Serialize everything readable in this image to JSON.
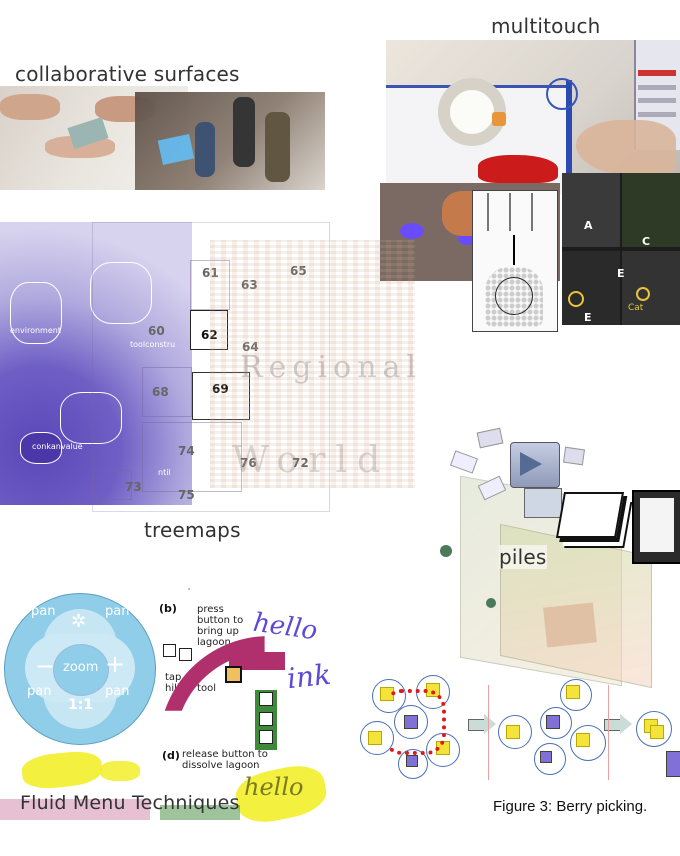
{
  "labels": {
    "multitouch": "multitouch",
    "collaborative": "collaborative surfaces",
    "treemaps": "treemaps",
    "piles": "piles",
    "fluid": "Fluid Menu Techniques",
    "berry": "Figure 3: Berry picking."
  },
  "treemap": {
    "numbers": [
      "61",
      "62",
      "63",
      "64",
      "65",
      "60",
      "68",
      "69",
      "74",
      "76",
      "72",
      "73",
      "75"
    ],
    "words": [
      "environment",
      "toolconstru",
      "conkanvalue",
      "ntil"
    ],
    "watermark_words": [
      "Regional",
      "World"
    ]
  },
  "multitouch": {
    "gesture_labels": [
      "A",
      "C",
      "E",
      "E",
      "Cat"
    ]
  },
  "zoom_menu": {
    "pan_tl": "pan",
    "pan_tr": "pan",
    "pan_bl": "pan",
    "pan_br": "pan",
    "zoom": "zoom",
    "minus": "−",
    "plus": "+",
    "ratio": "1:1",
    "star": "✲"
  },
  "lagoon": {
    "b_label": "(b)",
    "b_text": "press button to bring up lagoon",
    "tap_text": "tap on hiliter tool",
    "d_label": "(d)",
    "d_text": "release button to dissolve lagoon",
    "ink1": "hello",
    "ink2": "ink",
    "ink3": "hello"
  },
  "colors": {
    "treemap_purple": "#7a6bc4",
    "zoom_blue": "#8fcde8",
    "lagoon_magenta": "#b0306e",
    "lagoon_green": "#3f8a3a",
    "highlight_yellow": "#f2ee2a",
    "berry_red": "#e01818"
  }
}
